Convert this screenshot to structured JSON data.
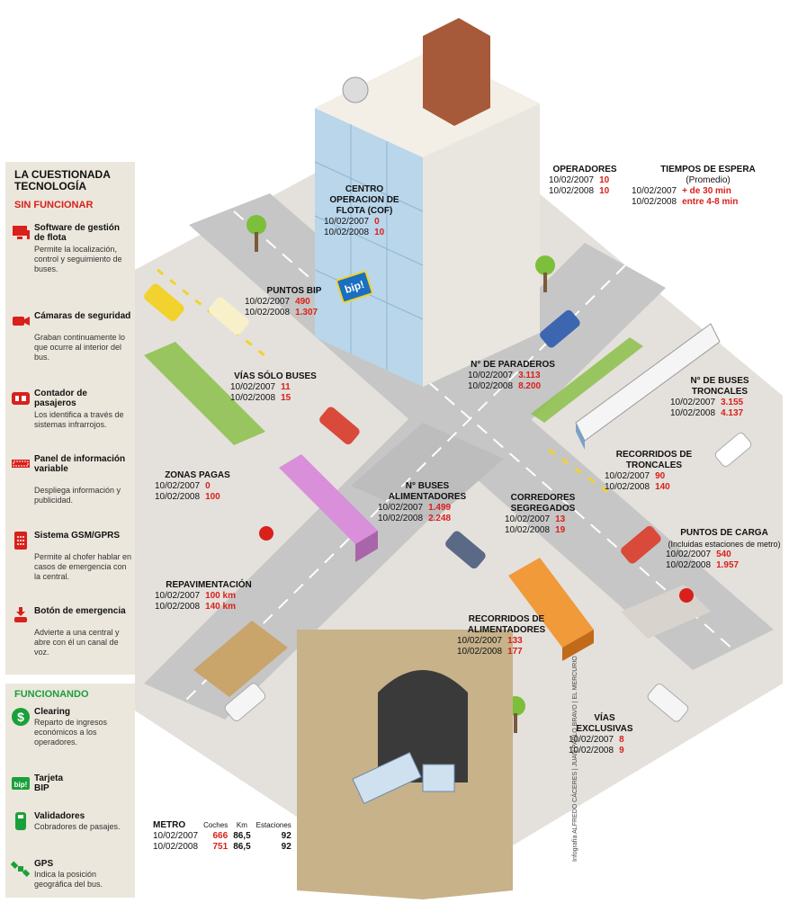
{
  "sidebar": {
    "title": "LA CUESTIONADA TECNOLOGÍA",
    "off_head": "SIN FUNCIONAR",
    "off_items": [
      {
        "title": "Software de gestión de flota",
        "desc": "Permite la localización, control y seguimiento de buses.",
        "icon": "monitor-icon"
      },
      {
        "title": "Cámaras de seguridad",
        "desc": "Graban continuamente lo que ocurre al interior del bus.",
        "icon": "camera-icon"
      },
      {
        "title": "Contador de pasajeros",
        "desc": "Los identifica a través de sistemas infrarrojos.",
        "icon": "counter-icon"
      },
      {
        "title": "Panel de información variable",
        "desc": "Despliega información y publicidad.",
        "icon": "panel-icon"
      },
      {
        "title": "Sistema GSM/GPRS",
        "desc": "Permite al chofer hablar en casos de emergencia con la central.",
        "icon": "phone-icon"
      },
      {
        "title": "Botón de emergencia",
        "desc": "Advierte a una central y abre con él un canal de voz.",
        "icon": "emergency-button-icon"
      }
    ],
    "on_head": "FUNCIONANDO",
    "on_items": [
      {
        "title": "Clearing",
        "desc": "Reparto de ingresos económicos a los operadores.",
        "icon": "dollar-icon"
      },
      {
        "title": "Tarjeta BIP",
        "desc": "",
        "icon": "bip-card-icon"
      },
      {
        "title": "Validadores",
        "desc": "Cobradores de pasajes.",
        "icon": "validator-icon"
      },
      {
        "title": "GPS",
        "desc": "Indica la posición geográfica del bus.",
        "icon": "satellite-icon"
      }
    ]
  },
  "bip_sign": "bip!",
  "stats": {
    "cof": {
      "head": "CENTRO OPERACION DE FLOTA (COF)",
      "d1": "10/02/2007",
      "v1": "0",
      "d2": "10/02/2008",
      "v2": "10"
    },
    "operadores": {
      "head": "OPERADORES",
      "d1": "10/02/2007",
      "v1": "10",
      "d2": "10/02/2008",
      "v2": "10"
    },
    "espera": {
      "head": "TIEMPOS DE ESPERA",
      "sub": "(Promedio)",
      "d1": "10/02/2007",
      "v1": "+ de 30 min",
      "d2": "10/02/2008",
      "v2": "entre 4-8 min"
    },
    "bip": {
      "head": "PUNTOS BIP",
      "d1": "10/02/2007",
      "v1": "490",
      "d2": "10/02/2008",
      "v2": "1.307"
    },
    "paraderos": {
      "head": "N° DE PARADEROS",
      "d1": "10/02/2007",
      "v1": "3.113",
      "d2": "10/02/2008",
      "v2": "8.200"
    },
    "vias_solo": {
      "head": "VÍAS SÓLO BUSES",
      "d1": "10/02/2007",
      "v1": "11",
      "d2": "10/02/2008",
      "v2": "15"
    },
    "troncales": {
      "head": "N° DE BUSES TRONCALES",
      "d1": "10/02/2007",
      "v1": "3.155",
      "d2": "10/02/2008",
      "v2": "4.137"
    },
    "rec_troncales": {
      "head": "RECORRIDOS DE TRONCALES",
      "d1": "10/02/2007",
      "v1": "90",
      "d2": "10/02/2008",
      "v2": "140"
    },
    "zonas": {
      "head": "ZONAS PAGAS",
      "d1": "10/02/2007",
      "v1": "0",
      "d2": "10/02/2008",
      "v2": "100"
    },
    "alimentadores": {
      "head": "N° BUSES ALIMENTADORES",
      "d1": "10/02/2007",
      "v1": "1.499",
      "d2": "10/02/2008",
      "v2": "2.248"
    },
    "corredores": {
      "head": "CORREDORES SEGREGADOS",
      "d1": "10/02/2007",
      "v1": "13",
      "d2": "10/02/2008",
      "v2": "19"
    },
    "carga": {
      "head": "PUNTOS DE CARGA",
      "sub": "(Incluidas estaciones de metro)",
      "d1": "10/02/2007",
      "v1": "540",
      "d2": "10/02/2008",
      "v2": "1.957"
    },
    "repav": {
      "head": "REPAVIMENTACIÓN",
      "d1": "10/02/2007",
      "v1": "100 km",
      "d2": "10/02/2008",
      "v2": "140 km"
    },
    "rec_alim": {
      "head": "RECORRIDOS DE ALIMENTADORES",
      "d1": "10/02/2007",
      "v1": "133",
      "d2": "10/02/2008",
      "v2": "177"
    },
    "exclusivas": {
      "head": "VÍAS EXCLUSIVAS",
      "d1": "10/02/2007",
      "v1": "8",
      "d2": "10/02/2008",
      "v2": "9"
    }
  },
  "metro": {
    "head": "METRO",
    "c1": "Coches",
    "c2": "Km",
    "c3": "Estaciones",
    "rows": [
      {
        "d": "10/02/2007",
        "coches": "666",
        "km": "86,5",
        "est": "92"
      },
      {
        "d": "10/02/2008",
        "coches": "751",
        "km": "86,5",
        "est": "92"
      }
    ]
  },
  "credit": "Infografía ALFREDO CÁCERES | JUAN PABLO BRAVO | EL MERCURIO",
  "colors": {
    "red": "#d9201b",
    "green": "#1aa03a",
    "road": "#c8c8c8",
    "sidewalk": "#e4e1dc",
    "panel": "#ebe7dc"
  }
}
